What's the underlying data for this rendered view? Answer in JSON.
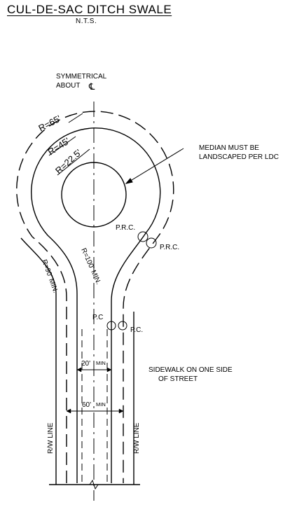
{
  "drawing": {
    "title": "CUL-DE-SAC DITCH SWALE",
    "scale_note": "N.T.S.",
    "symmetry_line1": "SYMMETRICAL",
    "symmetry_line2": "ABOUT",
    "centerline_symbol": "℄",
    "radius_outer": "R=65'",
    "radius_middle": "R=45'",
    "radius_inner": "R=22.5'",
    "radius_curve_inner": "R=100' MIN.",
    "radius_curve_outer": "R=90' MIN.",
    "median_note_line1": "MEDIAN MUST BE",
    "median_note_line2": "LANDSCAPED PER LDC",
    "prc_label": "P.R.C.",
    "pc_label": "P.C.",
    "pc_label_left": "P.C",
    "dim_inner_value": "20'",
    "dim_inner_unit": "MIN",
    "dim_outer_value": "60'",
    "dim_outer_unit": "MIN",
    "sidewalk_line1": "SIDEWALK ON ONE SIDE",
    "sidewalk_line2": "OF STREET",
    "rw_line": "R/W LINE",
    "colors": {
      "ink": "#000000",
      "background": "#ffffff"
    }
  }
}
